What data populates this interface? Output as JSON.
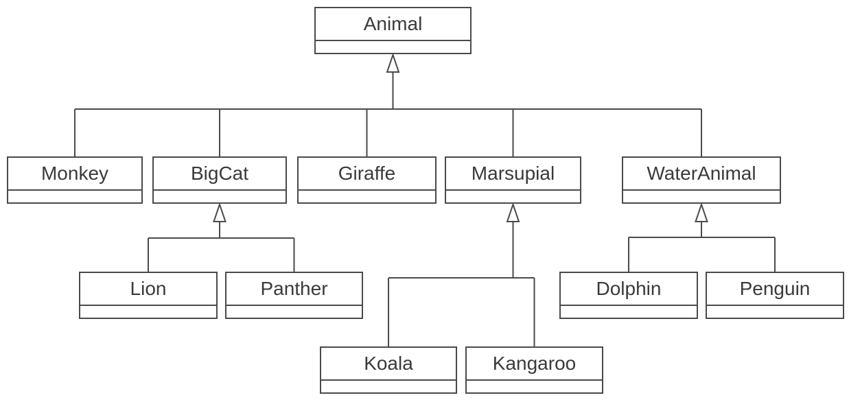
{
  "colors": {
    "stroke": "#4a4a4a",
    "text": "#3a3a3a",
    "background": "#ffffff"
  },
  "diagram": {
    "type": "uml-class-diagram",
    "classes": [
      {
        "name": "Animal"
      },
      {
        "name": "Monkey"
      },
      {
        "name": "BigCat"
      },
      {
        "name": "Giraffe"
      },
      {
        "name": "Marsupial"
      },
      {
        "name": "WaterAnimal"
      },
      {
        "name": "Lion"
      },
      {
        "name": "Panther"
      },
      {
        "name": "Dolphin"
      },
      {
        "name": "Penguin"
      },
      {
        "name": "Koala"
      },
      {
        "name": "Kangaroo"
      }
    ],
    "relationships": [
      {
        "type": "generalization",
        "parent": "Animal",
        "children": [
          "Monkey",
          "BigCat",
          "Giraffe",
          "Marsupial",
          "WaterAnimal"
        ]
      },
      {
        "type": "generalization",
        "parent": "BigCat",
        "children": [
          "Lion",
          "Panther"
        ]
      },
      {
        "type": "generalization",
        "parent": "Marsupial",
        "children": [
          "Koala",
          "Kangaroo"
        ]
      },
      {
        "type": "generalization",
        "parent": "WaterAnimal",
        "children": [
          "Dolphin",
          "Penguin"
        ]
      }
    ]
  }
}
